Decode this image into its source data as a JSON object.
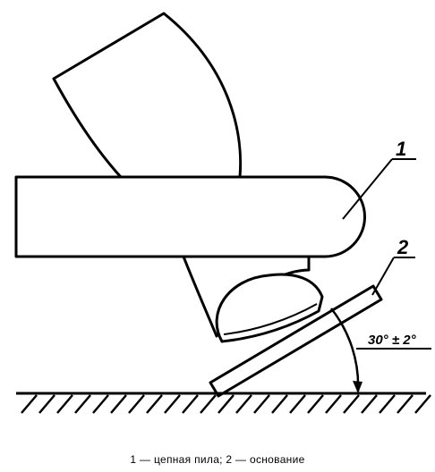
{
  "labels": {
    "item1": "1",
    "item2": "2",
    "angle": "30° ± 2°"
  },
  "caption": "1 — цепная пила; 2 — основание"
}
